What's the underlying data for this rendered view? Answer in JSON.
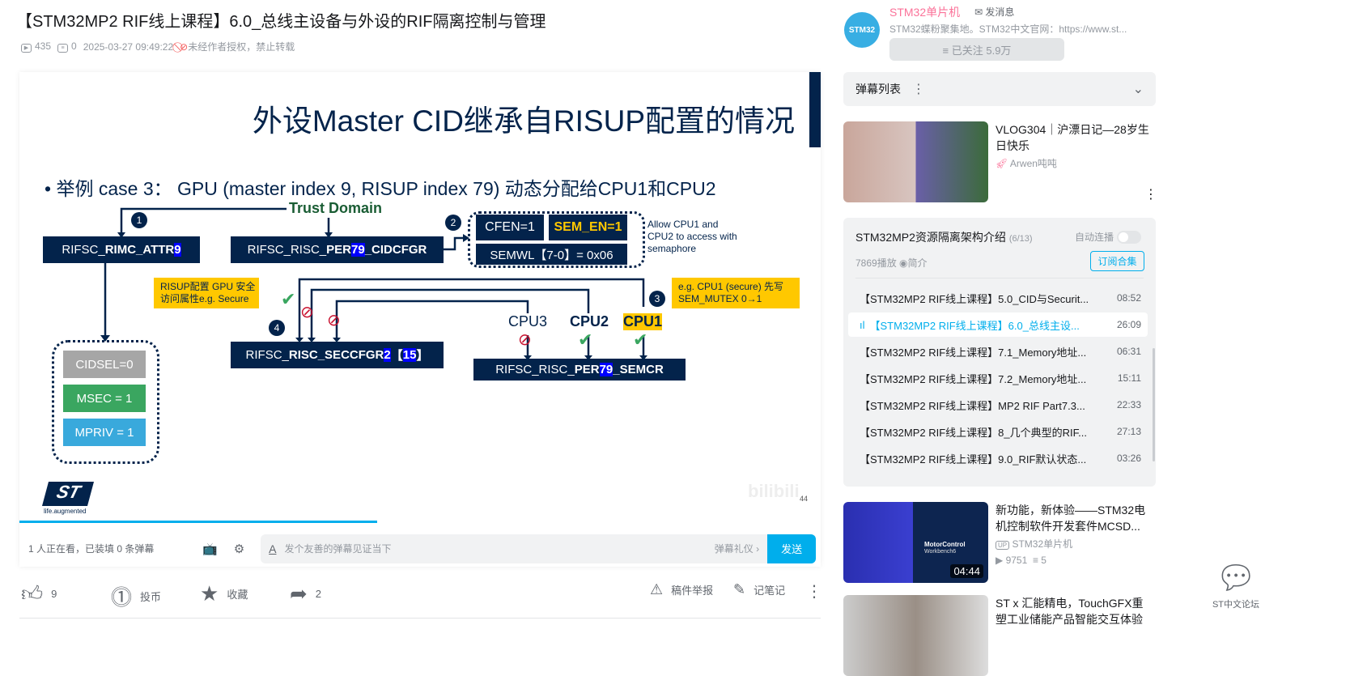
{
  "video": {
    "title": "【STM32MP2 RIF线上课程】6.0_总线主设备与外设的RIF隔离控制与管理",
    "views": "435",
    "danmaku_count": "0",
    "date": "2025-03-27 09:49:22",
    "copyright": "未经作者授权，禁止转载"
  },
  "slide": {
    "title": "外设Master CID继承自RISUP配置的情况",
    "bullet": "举例 case 3：  GPU (master index 9, RISUP index 79) 动态分配给CPU1和CPU2",
    "trust_domain": "Trust Domain",
    "steps": [
      "1",
      "2",
      "3",
      "4"
    ],
    "rimc_prefix": "RIFSC_",
    "rimc_bold": "RIMC_ATTR",
    "rimc_idx": "9",
    "cid_prefix": "RIFSC_RISC_",
    "cid_bold": "PER",
    "cid_idx": "79",
    "cid_suffix": "_CIDCFGR",
    "cfen": "CFEN=1",
    "sem_en": "SEM_EN=1",
    "semwl": "SEMWL【7-0】= 0x06",
    "allow_note": [
      "Allow CPU1 and",
      "CPU2 to access with",
      "semaphore"
    ],
    "risup_callout": [
      "RISUP配置 GPU 安全",
      "访问属性e.g. Secure"
    ],
    "cpu1_callout": [
      "e.g. CPU1 (secure) 先写",
      "SEM_MUTEX 0→1"
    ],
    "sec_prefix": "RIFSC_",
    "sec_bold": "RISC_SECCFGR",
    "sec_idx": "2",
    "sec_lb": "【",
    "sec_bit": "15",
    "sec_rb": "】",
    "semcr_prefix": "RIFSC_RISC_",
    "semcr_bold": "PER",
    "semcr_idx": "79",
    "semcr_suffix": "_SEMCR",
    "cpus": [
      "CPU3",
      "CPU2",
      "CPU1"
    ],
    "cidsel": "CIDSEL=0",
    "msec": "MSEC = 1",
    "mpriv": "MPRIV = 1",
    "logo_tagline": "life.augmented",
    "page_num": "44"
  },
  "player": {
    "progress_percent": 44.6,
    "watching": "1 人正在看，已装填 0 条弹幕",
    "danmaku_placeholder": "发个友善的弹幕见证当下",
    "etiquette": "弹幕礼仪 ›",
    "send": "发送"
  },
  "actions": {
    "like": "9",
    "coin": "投币",
    "favorite": "收藏",
    "share": "2",
    "report": "稿件举报",
    "notes": "记笔记"
  },
  "uploader": {
    "name": "STM32单片机",
    "message": "发消息",
    "desc": "STM32蝶粉聚集地。STM32中文官网：https://www.st...",
    "follow": "≡ 已关注 5.9万",
    "avatar_text": "STM32"
  },
  "danmaku_list": {
    "label": "弹幕列表"
  },
  "rec1": {
    "title": "VLOG304｜沪漂日记—28岁生日快乐",
    "author": "Arwen吨吨"
  },
  "playlist": {
    "title": "STM32MP2资源隔离架构介绍",
    "index": "(6/13)",
    "autoplay": "自动连播",
    "plays": "7869播放",
    "intro": "简介",
    "subscribe": "订阅合集",
    "items": [
      {
        "title": "【STM32MP2 RIF线上课程】5.0_CID与Securit...",
        "dur": "08:52"
      },
      {
        "title": "【STM32MP2 RIF线上课程】6.0_总线主设...",
        "dur": "26:09"
      },
      {
        "title": "【STM32MP2 RIF线上课程】7.1_Memory地址...",
        "dur": "06:31"
      },
      {
        "title": "【STM32MP2 RIF线上课程】7.2_Memory地址...",
        "dur": "15:11"
      },
      {
        "title": "【STM32MP2 RIF线上课程】MP2 RIF Part7.3...",
        "dur": "22:33"
      },
      {
        "title": "【STM32MP2 RIF线上课程】8_几个典型的RIF...",
        "dur": "27:13"
      },
      {
        "title": "【STM32MP2 RIF线上课程】9.0_RIF默认状态...",
        "dur": "03:26"
      }
    ]
  },
  "rec2": {
    "title": "新功能，新体验——STM32电机控制软件开发套件MCSD...",
    "up": "STM32单片机",
    "views": "9751",
    "danmaku": "5",
    "duration": "04:44",
    "thumb_brand": "MotorControl",
    "thumb_sub": "Workbench6"
  },
  "rec3": {
    "title": "ST x 汇能精电，TouchGFX重塑工业储能产品智能交互体验"
  },
  "forum": {
    "label": "ST中文论坛"
  },
  "colors": {
    "accent": "#00aeec",
    "navy": "#03234b",
    "pink": "#fb7299",
    "yellow": "#ffc800",
    "green": "#3aa660",
    "red": "#c8102e"
  }
}
